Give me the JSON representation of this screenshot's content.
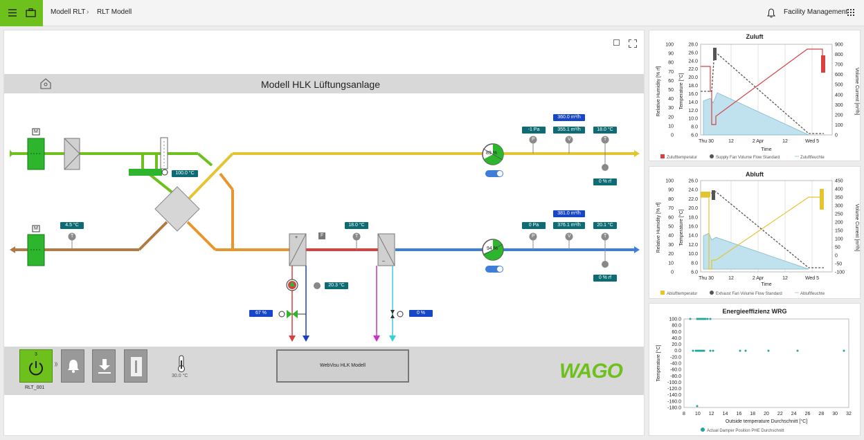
{
  "topbar": {
    "crumb1": "Modell RLT",
    "crumb_sep": "›",
    "crumb2": "RLT Modell",
    "right_label": "Facility Management"
  },
  "main": {
    "title": "Modell HLK Lüftungsanlage",
    "values": {
      "supply_heater_temp": "100.0 °C",
      "supply_pressure": "-1 Pa",
      "supply_flow_set": "360.0 m³/h",
      "supply_flow_act": "355.1 m³/h",
      "supply_temp": "18.0 °C",
      "supply_humidity": "0 % rf",
      "supply_fan_pct": "89 %",
      "outdoor_temp": "4.5 °C",
      "after_heater_temp": "18.0 °C",
      "exhaust_pressure": "0 Pa",
      "exhaust_flow_set": "381.0 m³/h",
      "exhaust_flow_act": "376.1 m³/h",
      "exhaust_temp": "20.1 °C",
      "exhaust_humidity": "0 % rf",
      "exhaust_fan_pct": "94 %",
      "return_water_temp": "20.3 °C",
      "heat_valve": "67 %",
      "cool_valve": "0 %"
    },
    "labels": {
      "m": "M",
      "p": "P",
      "v": "V",
      "t": "T",
      "f": "F",
      "plus": "+",
      "minus": "–"
    }
  },
  "footer": {
    "power_count": "3",
    "unit_label": "RLT_001",
    "outdoor_temp": "30.0 °C",
    "webvisu_label": "WebVisu HLK Modell",
    "brand": "WAGO"
  },
  "charts": {
    "zuluft": {
      "title": "Zuluft",
      "y_left_outer": [
        "100",
        "90",
        "80",
        "70",
        "60",
        "50",
        "40",
        "30",
        "20",
        "10",
        "0"
      ],
      "y_left_inner": [
        "28.0",
        "26.0",
        "24.0",
        "22.0",
        "20.0",
        "18.0",
        "16.0",
        "14.0",
        "12.0",
        "10.0",
        "8.0",
        "6.0"
      ],
      "y_right": [
        "900",
        "800",
        "700",
        "600",
        "500",
        "400",
        "300",
        "200",
        "100",
        "0"
      ],
      "x_ticks": [
        "Thu 30",
        "12",
        "2 Apr",
        "12",
        "Wed 5"
      ],
      "xlabel": "Time",
      "ylabel_outer": "Relative Humidity [% rf]",
      "ylabel_inner": "Temperature [°C]",
      "ylabel_right": "Volume Current [m³/h]",
      "legend": [
        "Zulufttemperatur",
        "Supply Fan Volume Flow Standard",
        "Zuluftfeuchte"
      ]
    },
    "abluft": {
      "title": "Abluft",
      "y_left_outer": [
        "100",
        "90",
        "80",
        "70",
        "60",
        "50",
        "40",
        "30",
        "20",
        "10",
        "0"
      ],
      "y_left_inner": [
        "26.0",
        "24.0",
        "22.0",
        "20.0",
        "18.0",
        "16.0",
        "14.0",
        "12.0",
        "10.0",
        "8.0",
        "6.0"
      ],
      "y_right": [
        "450",
        "400",
        "350",
        "300",
        "250",
        "200",
        "150",
        "100",
        "50",
        "0",
        "-50",
        "-100"
      ],
      "x_ticks": [
        "Thu 30",
        "12",
        "2 Apr",
        "12",
        "Wed 5"
      ],
      "xlabel": "Time",
      "ylabel_outer": "Relative Humidity [% rf]",
      "ylabel_inner": "Temperature [°C]",
      "ylabel_right": "Volume Current [m³/h]",
      "legend": [
        "Ablufttemperatur",
        "Exhaust Fan Volume Flow Standard",
        "Abluftfeuchte"
      ]
    },
    "wrg": {
      "title": "Energieeffizienz WRG",
      "y_ticks": [
        "100.0",
        "80.0",
        "60.0",
        "40.0",
        "20.0",
        "0.0",
        "-20.0",
        "-40.0",
        "-60.0",
        "-80.0",
        "-100.0",
        "-120.0",
        "-140.0",
        "-160.0",
        "-180.0"
      ],
      "x_ticks": [
        "8",
        "10",
        "12",
        "14",
        "16",
        "18",
        "20",
        "22",
        "24",
        "26",
        "28",
        "30",
        "32"
      ],
      "xlabel": "Outside temperature Durchschnitt [°C]",
      "ylabel": "Temperature [°C]",
      "legend": [
        "Actual Damper Position PHE Durchschnitt"
      ]
    }
  },
  "colors": {
    "green": "#6ec01c",
    "green_dark": "#2db52d",
    "yellow": "#e3c532",
    "brown": "#b47a43",
    "orange": "#e6962e",
    "blue": "#3f7ddb",
    "red": "#d94040",
    "chip_teal": "#0d6b73",
    "chip_blue": "#1747c8"
  }
}
